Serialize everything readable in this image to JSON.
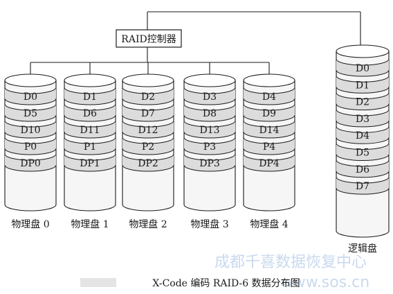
{
  "controller": {
    "label": "RAID控制器"
  },
  "disks": [
    {
      "name": "物理盘 0",
      "blocks": [
        "D0",
        "D5",
        "D10",
        "P0",
        "DP0"
      ]
    },
    {
      "name": "物理盘 1",
      "blocks": [
        "D1",
        "D6",
        "D11",
        "P1",
        "DP1"
      ]
    },
    {
      "name": "物理盘 2",
      "blocks": [
        "D2",
        "D7",
        "D12",
        "P2",
        "DP2"
      ]
    },
    {
      "name": "物理盘 3",
      "blocks": [
        "D3",
        "D8",
        "D13",
        "P3",
        "DP3"
      ]
    },
    {
      "name": "物理盘 4",
      "blocks": [
        "D4",
        "D9",
        "D14",
        "P4",
        "DP4"
      ]
    }
  ],
  "logical_disk": {
    "name": "逻辑盘",
    "blocks": [
      "D0",
      "D1",
      "D2",
      "D3",
      "D4",
      "D5",
      "D6",
      "D7"
    ]
  },
  "caption": "X-Code 编码 RAID-6 数据分布图",
  "watermark": {
    "line1": "成都千喜数据恢复中心",
    "line2": "www.sos.cn"
  },
  "colors": {
    "line": "#1a1a1a",
    "band": "#dcdcdc",
    "body": "#f6f6f6",
    "watermark": "#c9d9ee"
  }
}
